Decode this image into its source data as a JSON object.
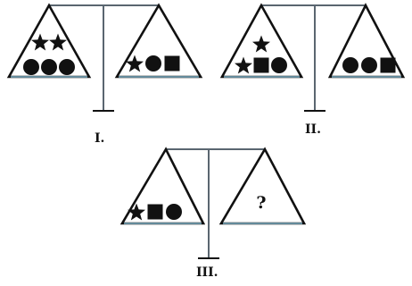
{
  "scales": [
    {
      "label": "I.",
      "left_pan": {
        "rows": [
          [
            "star",
            "star"
          ],
          [
            "circle",
            "circle",
            "circle"
          ]
        ]
      },
      "right_pan": {
        "rows": [
          [
            "star",
            "circle",
            "square"
          ]
        ]
      }
    },
    {
      "label": "II.",
      "left_pan": {
        "rows": [
          [
            "star"
          ],
          [
            "star",
            "square",
            "circle"
          ]
        ]
      },
      "right_pan": {
        "rows": [
          [
            "circle",
            "circle",
            "square"
          ]
        ]
      }
    },
    {
      "label": "III.",
      "left_pan": {
        "rows": [
          [
            "star",
            "square",
            "circle"
          ]
        ]
      },
      "right_pan": {
        "unknown": "?"
      }
    }
  ],
  "colors": {
    "shape": "#111111",
    "pan_outline": "#111111",
    "beam": "#5a6670",
    "pan_floor": "#7fb3c8"
  }
}
